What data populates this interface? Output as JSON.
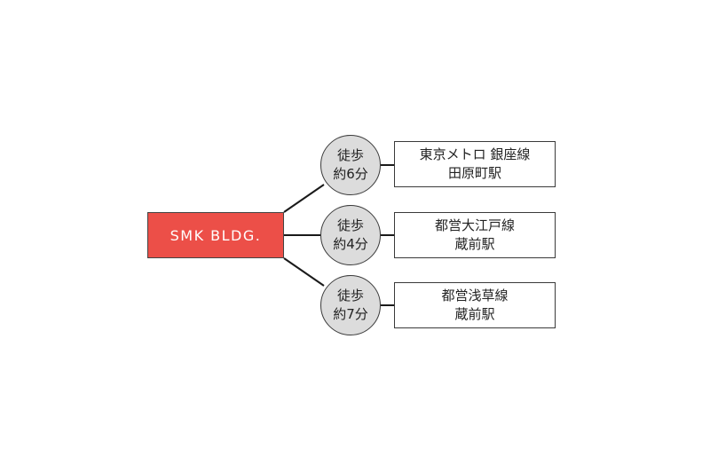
{
  "building": {
    "label": "SMK BLDG.",
    "color": "#ec4f48"
  },
  "routes": [
    {
      "walk_line1": "徒歩",
      "walk_line2": "約6分",
      "station_line1": "東京メトロ 銀座線",
      "station_line2": "田原町駅"
    },
    {
      "walk_line1": "徒歩",
      "walk_line2": "約4分",
      "station_line1": "都営大江戸線",
      "station_line2": "蔵前駅"
    },
    {
      "walk_line1": "徒歩",
      "walk_line2": "約7分",
      "station_line1": "都営浅草線",
      "station_line2": "蔵前駅"
    }
  ],
  "colors": {
    "circle_fill": "#dcdcdc",
    "line": "#1a1a1a"
  }
}
